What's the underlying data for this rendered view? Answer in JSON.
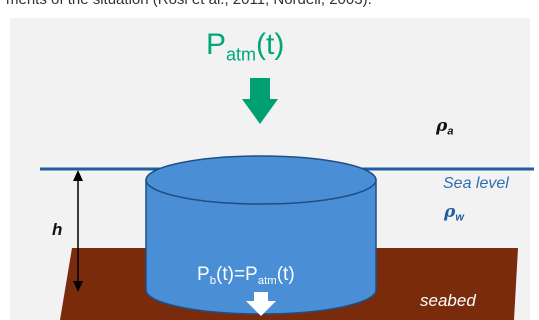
{
  "header_fragment": "ments of the situation (Rosi et al., 2011; Nordell, 2003).",
  "labels": {
    "patm_main": "P",
    "patm_sub": "atm",
    "patm_tail": "(t)",
    "rho_a_symbol": "ρ",
    "rho_a_sub": "a",
    "rho_w_symbol": "ρ",
    "rho_w_sub": "w",
    "sea_level": "Sea level",
    "h": "h",
    "pb_a": "P",
    "pb_a_sub": "b",
    "pb_b": "(t)=P",
    "pb_b_sub": "atm",
    "pb_c": "(t)",
    "seabed": "seabed"
  },
  "colors": {
    "panel_bg": "#f2f2f2",
    "green_arrow": "#00a070",
    "patm_text": "#00a878",
    "sea_line": "#1f5fa0",
    "cylinder_fill": "#4a8fd6",
    "cylinder_stroke": "#1f4f86",
    "seabed_fill": "#7a2b0c",
    "white_arrow": "#ffffff"
  }
}
